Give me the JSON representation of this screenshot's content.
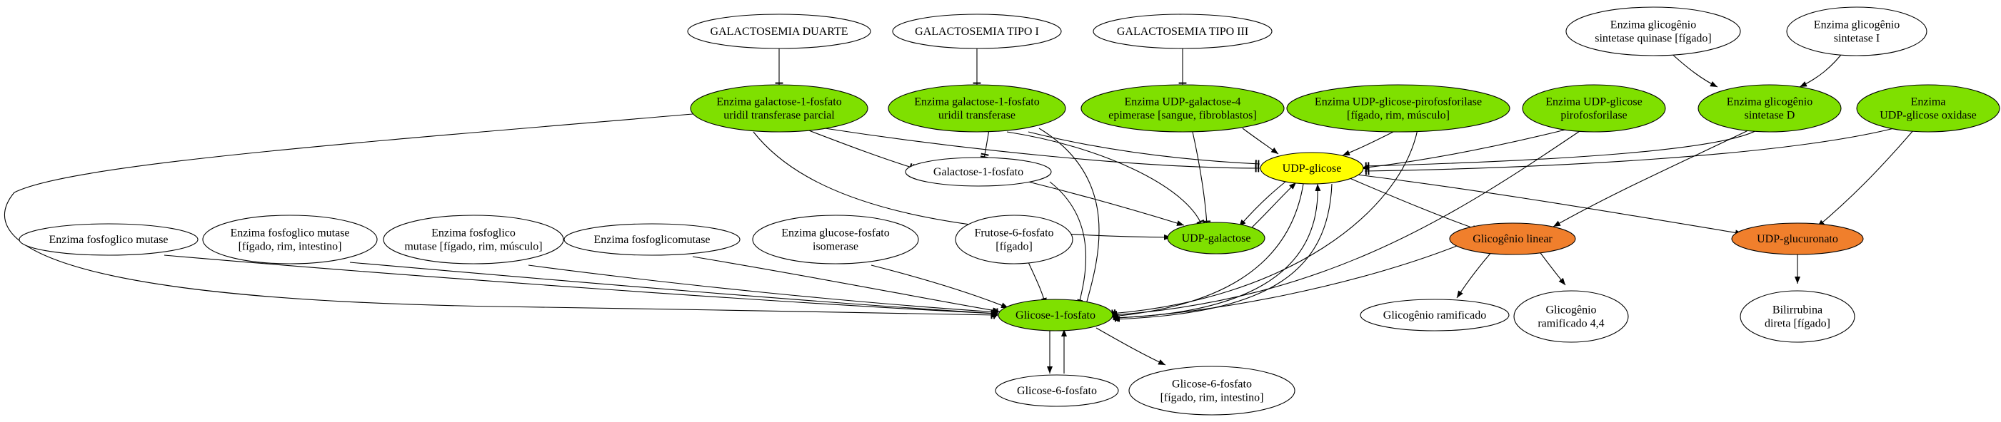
{
  "colors": {
    "green": "#7fe000",
    "yellow": "#ffff00",
    "orange": "#f07f2c",
    "white": "#ffffff",
    "stroke": "#000000"
  },
  "nodes": {
    "galactosemia_duarte": {
      "label": [
        "GALACTOSEMIA DUARTE"
      ],
      "fill": "white"
    },
    "galactosemia_tipo_i": {
      "label": [
        "GALACTOSEMIA TIPO I"
      ],
      "fill": "white"
    },
    "galactosemia_tipo_iii": {
      "label": [
        "GALACTOSEMIA TIPO III"
      ],
      "fill": "white"
    },
    "enz_glicogenio_sintetase_quinase": {
      "label": [
        "Enzima glicogênio",
        "sintetase quinase [fígado]"
      ],
      "fill": "white"
    },
    "enz_glicogenio_sintetase_i": {
      "label": [
        "Enzima glicogênio",
        "sintetase I"
      ],
      "fill": "white"
    },
    "enz_gal1p_uridil_parcial": {
      "label": [
        "Enzima galactose-1-fosfato",
        "uridil transferase parcial"
      ],
      "fill": "green"
    },
    "enz_gal1p_uridil": {
      "label": [
        "Enzima galactose-1-fosfato",
        "uridil transferase"
      ],
      "fill": "green"
    },
    "enz_udp_gal4_epimerase": {
      "label": [
        "Enzima UDP-galactose-4",
        "epimerase [sangue, fibroblastos]"
      ],
      "fill": "green"
    },
    "enz_udp_glicose_pirofosforilase_figado": {
      "label": [
        "Enzima UDP-glicose-pirofosforilase",
        "[fígado, rim, músculo]"
      ],
      "fill": "green"
    },
    "enz_udp_glicose_pirofosforilase": {
      "label": [
        "Enzima UDP-glicose",
        "pirofosforilase"
      ],
      "fill": "green"
    },
    "enz_glicogenio_sintetase_d": {
      "label": [
        "Enzima glicogênio",
        "sintetase D"
      ],
      "fill": "green"
    },
    "enz_udp_glicose_oxidase": {
      "label": [
        "Enzima",
        "UDP-glicose oxidase"
      ],
      "fill": "green"
    },
    "galactose_1_fosfato": {
      "label": [
        "Galactose-1-fosfato"
      ],
      "fill": "white"
    },
    "udp_glicose": {
      "label": [
        "UDP-glicose"
      ],
      "fill": "yellow"
    },
    "udp_galactose": {
      "label": [
        "UDP-galactose"
      ],
      "fill": "green"
    },
    "glicogenio_linear": {
      "label": [
        "Glicogênio linear"
      ],
      "fill": "orange"
    },
    "udp_glucuronato": {
      "label": [
        "UDP-glucuronato"
      ],
      "fill": "orange"
    },
    "enz_fosfoglico_mutase": {
      "label": [
        "Enzima fosfoglico mutase"
      ],
      "fill": "white"
    },
    "enz_fosfoglico_mutase_figado_intestino": {
      "label": [
        "Enzima fosfoglico mutase",
        "[fígado, rim, intestino]"
      ],
      "fill": "white"
    },
    "enz_fosfoglico_mutase_figado_musculo": {
      "label": [
        "Enzima fosfoglico",
        "mutase [fígado, rim, músculo]"
      ],
      "fill": "white"
    },
    "enz_fosfoglicomutase": {
      "label": [
        "Enzima fosfoglicomutase"
      ],
      "fill": "white"
    },
    "enz_glucose_fosfato_isomerase": {
      "label": [
        "Enzima glucose-fosfato",
        "isomerase"
      ],
      "fill": "white"
    },
    "frutose_6_fosfato": {
      "label": [
        "Frutose-6-fosfato",
        "[fígado]"
      ],
      "fill": "white"
    },
    "glicogenio_ramificado": {
      "label": [
        "Glicogênio ramificado"
      ],
      "fill": "white"
    },
    "glicogenio_ramificado_44": {
      "label": [
        "Glicogênio",
        "ramificado 4,4"
      ],
      "fill": "white"
    },
    "bilirrubina_direta": {
      "label": [
        "Bilirrubina",
        "direta [fígado]"
      ],
      "fill": "white"
    },
    "glicose_1_fosfato": {
      "label": [
        "Glicose-1-fosfato"
      ],
      "fill": "green"
    },
    "glicose_6_fosfato": {
      "label": [
        "Glicose-6-fosfato"
      ],
      "fill": "white"
    },
    "glicose_6_fosfato_figado": {
      "label": [
        "Glicose-6-fosfato",
        "[fígado, rim, intestino]"
      ],
      "fill": "white"
    }
  }
}
